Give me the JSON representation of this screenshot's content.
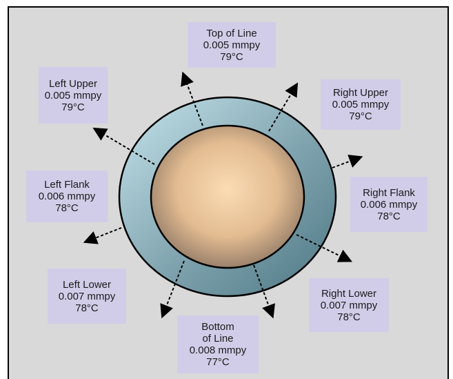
{
  "colors": {
    "background": "#d9d9d9",
    "label_bg": "#d1cde8",
    "pipe_outer": "#7fa7b3",
    "pipe_inner": "#e8c49a"
  },
  "labels": {
    "top_of_line": {
      "name": "Top of Line",
      "rate": "0.005 mmpy",
      "temp": "79°C"
    },
    "left_upper": {
      "name": "Left Upper",
      "rate": "0.005 mmpy",
      "temp": "79°C"
    },
    "right_upper": {
      "name": "Right Upper",
      "rate": "0.005 mmpy",
      "temp": "79°C"
    },
    "left_flank": {
      "name": "Left Flank",
      "rate": "0.006 mmpy",
      "temp": "78°C"
    },
    "right_flank": {
      "name": "Right Flank",
      "rate": "0.006 mmpy",
      "temp": "78°C"
    },
    "left_lower": {
      "name": "Left Lower",
      "rate": "0.007 mmpy",
      "temp": "78°C"
    },
    "right_lower": {
      "name": "Right Lower",
      "rate": "0.007 mmpy",
      "temp": "78°C"
    },
    "bottom_of_line": {
      "name_line1": "Bottom",
      "name_line2": "of Line",
      "rate": "0.008 mmpy",
      "temp": "77°C"
    }
  }
}
